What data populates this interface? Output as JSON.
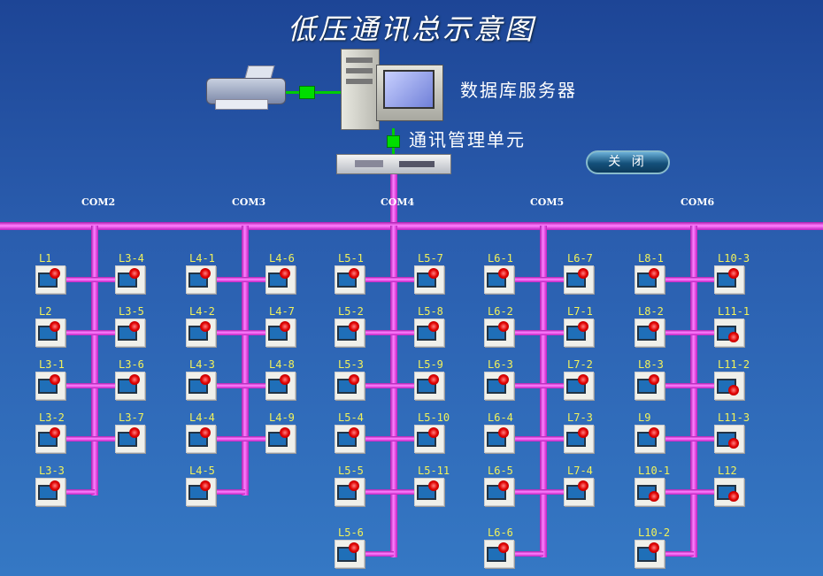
{
  "title": "低压通讯总示意图",
  "server_label": "数据库服务器",
  "comm_unit_label": "通讯管理单元",
  "close_button": "关 闭",
  "colors": {
    "bus": "#e040e0",
    "link": "#00cc00",
    "label": "#f2f25a"
  },
  "groups": [
    {
      "com": "COM2",
      "left": [
        "L1",
        "L2",
        "L3-1",
        "L3-2",
        "L3-3"
      ],
      "right": [
        "L3-4",
        "L3-5",
        "L3-6",
        "L3-7"
      ]
    },
    {
      "com": "COM3",
      "left": [
        "L4-1",
        "L4-2",
        "L4-3",
        "L4-4",
        "L4-5"
      ],
      "right": [
        "L4-6",
        "L4-7",
        "L4-8",
        "L4-9"
      ]
    },
    {
      "com": "COM4",
      "left": [
        "L5-1",
        "L5-2",
        "L5-3",
        "L5-4",
        "L5-5",
        "L5-6"
      ],
      "right": [
        "L5-7",
        "L5-8",
        "L5-9",
        "L5-10",
        "L5-11"
      ]
    },
    {
      "com": "COM5",
      "left": [
        "L6-1",
        "L6-2",
        "L6-3",
        "L6-4",
        "L6-5",
        "L6-6"
      ],
      "right": [
        "L6-7",
        "L7-1",
        "L7-2",
        "L7-3",
        "L7-4"
      ]
    },
    {
      "com": "COM6",
      "left": [
        "L8-1",
        "L8-2",
        "L8-3",
        "L9",
        "L10-1",
        "L10-2"
      ],
      "right": [
        "L10-3",
        "L11-1",
        "L11-2",
        "L11-3",
        "L12"
      ]
    }
  ]
}
